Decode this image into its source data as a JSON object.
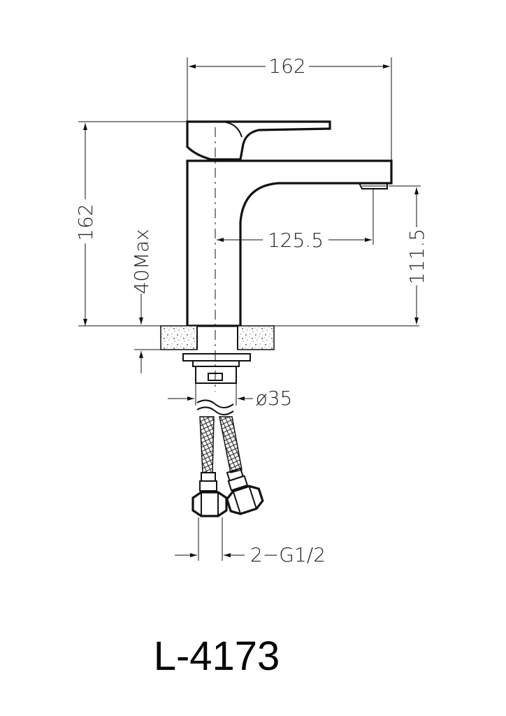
{
  "dimensions": {
    "width_top": "162",
    "height_total": "162",
    "reach": "125.5",
    "spout_height": "111.5",
    "max_counter": "40Max",
    "hole_diameter": "ø35",
    "connection": "2−G1/2"
  },
  "model": "L-4173",
  "colors": {
    "line": "#111111",
    "stone_fill": "#d9d9d9"
  }
}
